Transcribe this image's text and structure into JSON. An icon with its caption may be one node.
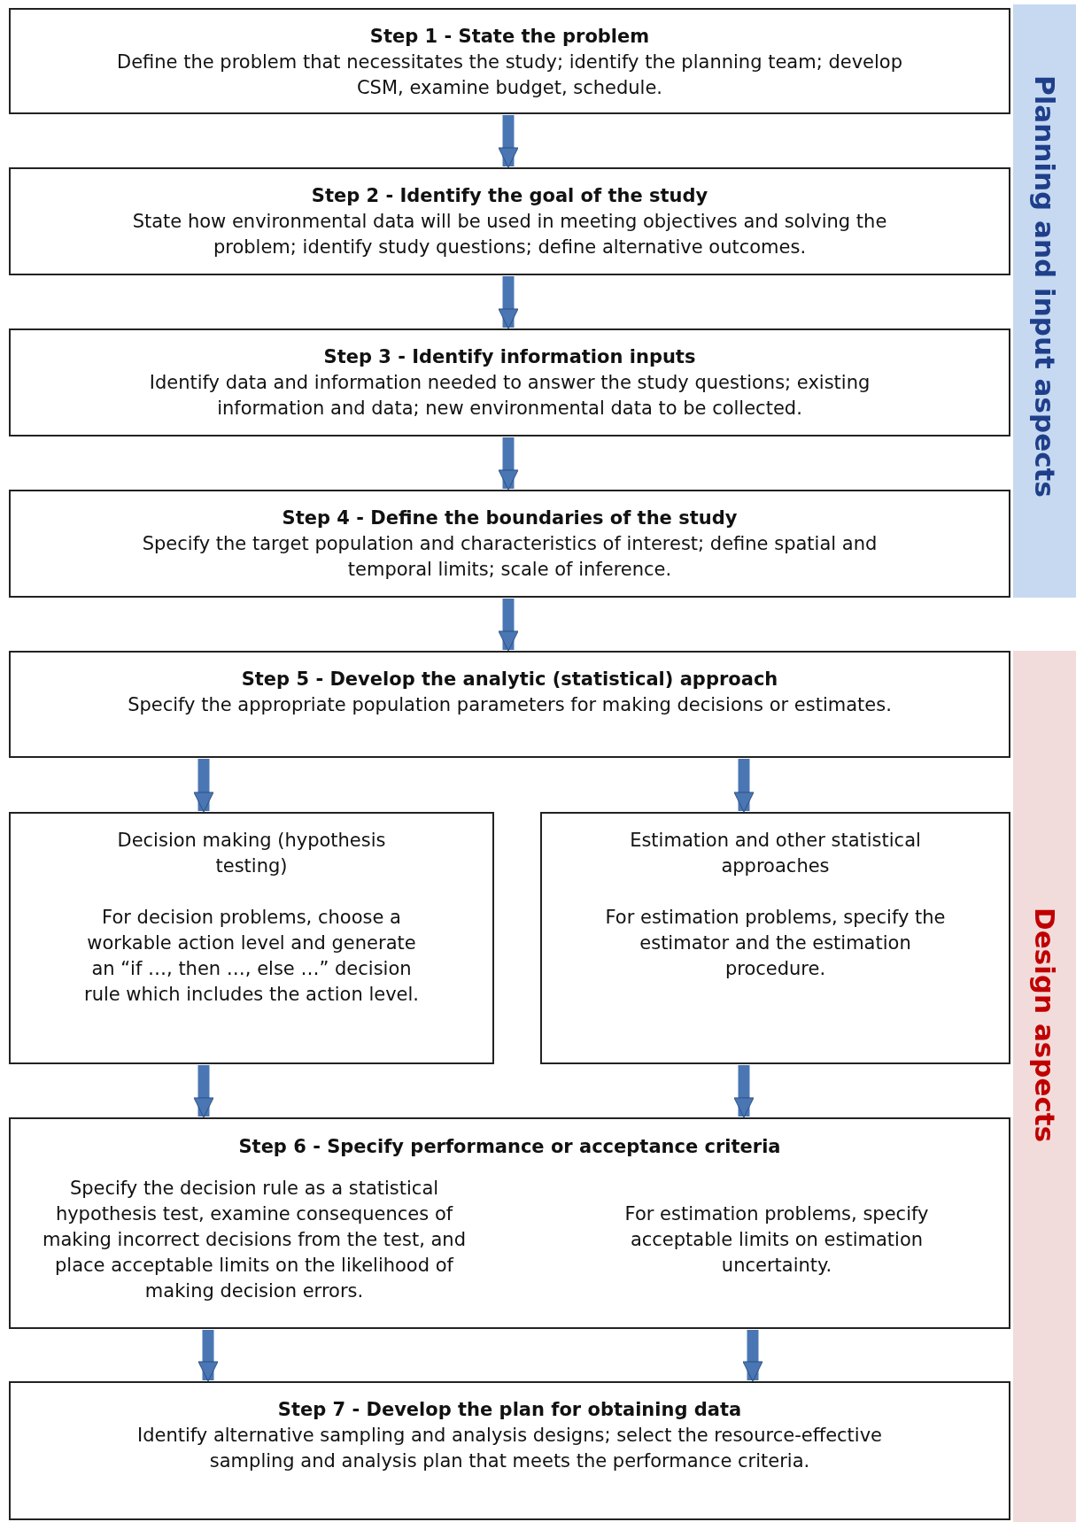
{
  "diagram": {
    "nodes": [
      {
        "text": [
          "Step 1 - State the problem",
          "Define the problem that necessitates the study; identify the planning team; develop CSM, examine budget, schedule."
        ]
      },
      {
        "text": [
          "Step 2 - Identify the goal of the study",
          "State how environmental data will be used in meeting objectives and solving the problem; identify study questions; define alternative outcomes."
        ]
      },
      {
        "text": [
          "Step 3 - Identify information inputs",
          "Identify data and information needed to answer the study questions; existing information and data; new environmental data to be collected."
        ]
      },
      {
        "text": [
          "Step 4 - Define the boundaries of the study",
          "Specify the target population and characteristics of interest; define spatial and temporal limits; scale of inference."
        ]
      },
      {
        "text": [
          "Step 5 - Develop the analytic (statistical) approach",
          "Specify the appropriate population parameters for making decisions or estimates."
        ]
      },
      {
        "text": [
          "Decision making (hypothesis testing)",
          "For decision problems, choose a workable action level and generate an “if …, then …, else …” decision rule which includes the action level."
        ]
      },
      {
        "text": [
          "Estimation and other statistical approaches",
          "For estimation problems, specify the estimator and the estimation procedure."
        ]
      },
      {
        "text": [
          "Step 6 - Specify performance or acceptance criteria",
          "Specify the decision rule as a statistical hypothesis test, examine consequences of making incorrect decisions from the test, and place acceptable limits on the likelihood of making decision errors.",
          "For estimation problems, specify acceptable limits on estimation uncertainty."
        ]
      },
      {
        "text": [
          "Step 7 - Develop the plan for obtaining data",
          "Identify alternative sampling and analysis designs; select the resource-effective sampling and analysis plan that meets the performance criteria."
        ]
      },
      {
        "text": [
          "Planning and input aspects"
        ]
      },
      {
        "text": [
          "Design aspects"
        ]
      }
    ],
    "edges": [
      {
        "from": 0,
        "to": 1,
        "arrow": "to"
      },
      {
        "from": 1,
        "to": 2,
        "arrow": "to"
      },
      {
        "from": 2,
        "to": 3,
        "arrow": "to"
      },
      {
        "from": 3,
        "to": 4,
        "arrow": "to"
      },
      {
        "from": 4,
        "to": 5,
        "arrow": "to"
      },
      {
        "from": 4,
        "to": 6,
        "arrow": "to"
      },
      {
        "from": 5,
        "to": 7,
        "arrow": "to"
      },
      {
        "from": 6,
        "to": 7,
        "arrow": "to"
      },
      {
        "from": 7,
        "to": 8,
        "arrow": "to"
      },
      {
        "from": 7,
        "to": 8,
        "arrow": "to"
      }
    ]
  }
}
